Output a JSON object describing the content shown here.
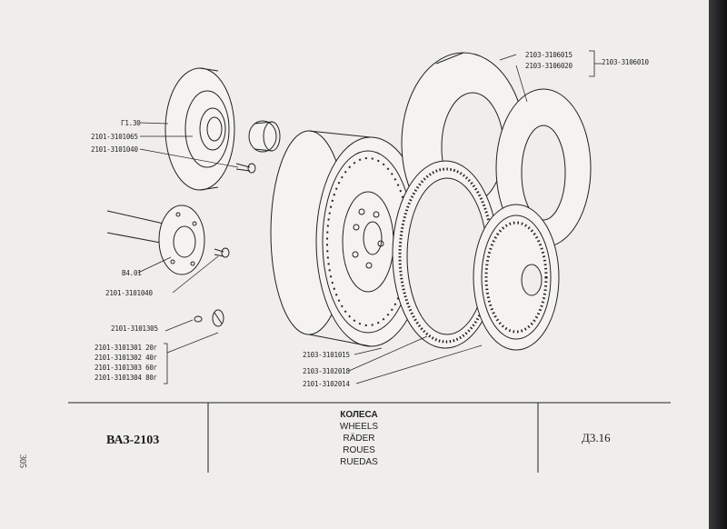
{
  "parts": {
    "p1": "Г1.30",
    "p2": "2101-3101065",
    "p3": "2101-3101040",
    "p4": "В4.01",
    "p5": "2101-3101040",
    "p6": "2101-3101305",
    "p7": "2101-3101301 20г",
    "p8": "2101-3101302 40г",
    "p9": "2101-3101303 60г",
    "p10": "2101-3101304 80г",
    "p11": "2103-3106015",
    "p12": "2103-3106020",
    "p13": "2103-3106010",
    "p14": "2103-3101015",
    "p15": "2103-3102018",
    "p16": "2101-3102014"
  },
  "footer": {
    "model": "ВАЗ-2103",
    "names": [
      "КОЛЕСА",
      "WHEELS",
      "RÄDER",
      "ROUES",
      "RUEDAS"
    ],
    "code": "Д3.16",
    "page_number": "305"
  }
}
